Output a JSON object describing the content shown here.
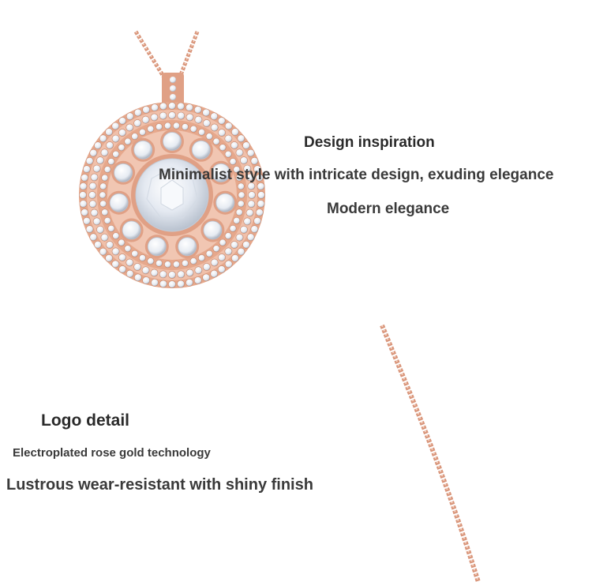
{
  "design": {
    "heading": "Design inspiration",
    "line1": "Minimalist style with intricate design, exuding elegance",
    "line2": "Modern elegance"
  },
  "logo": {
    "heading": "Logo detail",
    "line1": "Electroplated rose gold technology",
    "line2": "Lustrous wear-resistant with shiny finish"
  },
  "colors": {
    "rose_gold": "#e0a085",
    "rose_gold_dark": "#c98466",
    "crystal": "#eef2f7"
  }
}
